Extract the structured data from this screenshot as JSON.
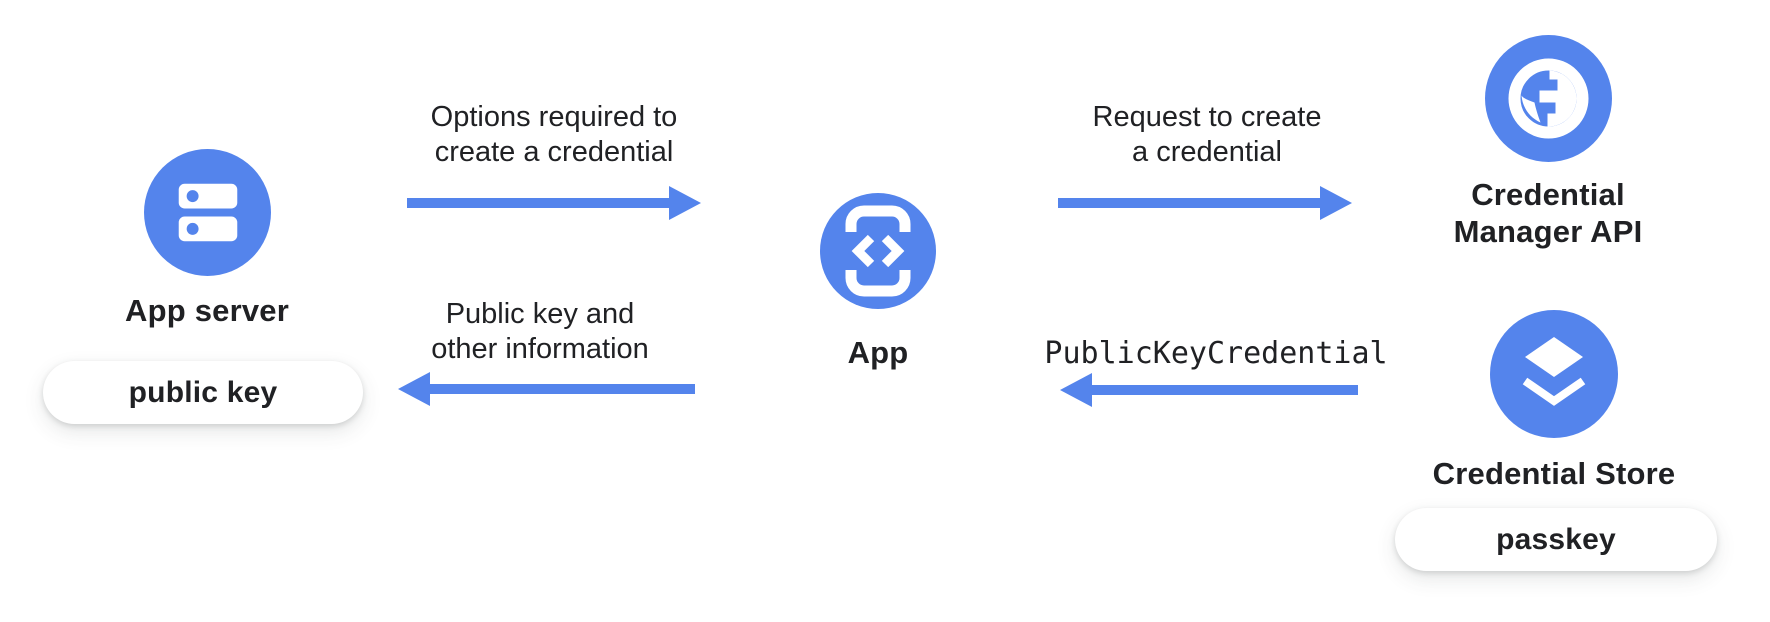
{
  "colors": {
    "accent_blue": "#5484EC",
    "text_dark": "#202124",
    "pill_background": "#FFFFFF",
    "canvas_background": "#FFFFFF"
  },
  "nodes": {
    "app_server": {
      "label": "App server",
      "icon": "server-icon",
      "badge": "public key"
    },
    "app": {
      "label": "App",
      "icon": "phone-code-icon"
    },
    "credential_manager_api": {
      "label_line1": "Credential",
      "label_line2": "Manager API",
      "icon": "globe-icon"
    },
    "credential_store": {
      "label": "Credential Store",
      "icon": "layers-icon",
      "badge": "passkey"
    }
  },
  "flows": {
    "options_to_app": {
      "label_line1": "Options required to",
      "label_line2": "create a credential",
      "direction": "right"
    },
    "request_to_api": {
      "label_line1": "Request to create",
      "label_line2": "a credential",
      "direction": "right"
    },
    "credential_to_app": {
      "label": "PublicKeyCredential",
      "direction": "left"
    },
    "public_key_to_server": {
      "label_line1": "Public key and",
      "label_line2": "other information",
      "direction": "left"
    }
  }
}
